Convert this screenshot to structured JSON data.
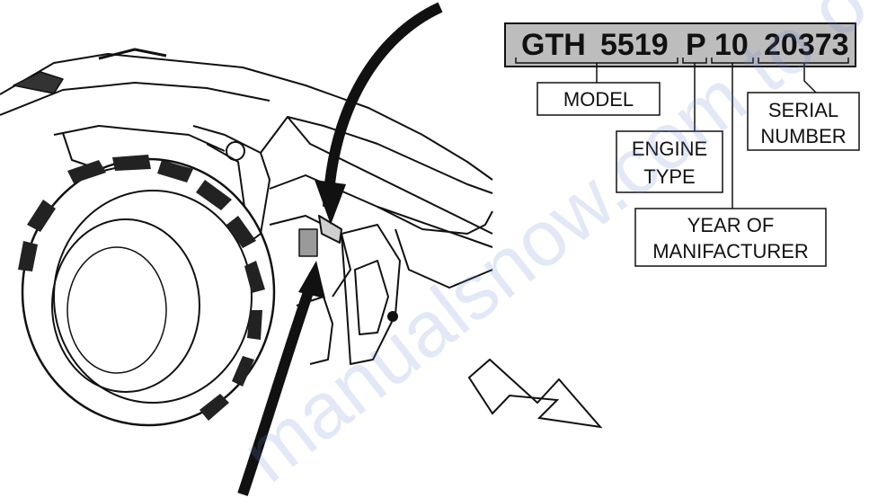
{
  "diagram": {
    "serial_plate": {
      "segments": [
        "GTH",
        "5519",
        "P",
        "10",
        "20373"
      ]
    },
    "labels": {
      "model": "MODEL",
      "engine_line1": "ENGINE",
      "engine_line2": "TYPE",
      "serial_line1": "SERIAL",
      "serial_line2": "NUMBER",
      "year_line1": "YEAR OF",
      "year_line2": "MANIFACTURER"
    },
    "watermark": "manualsnow.com to order"
  },
  "colors": {
    "plate_fill": "#bdbdbd",
    "line": "#111111",
    "watermark": "#6a86d8"
  }
}
